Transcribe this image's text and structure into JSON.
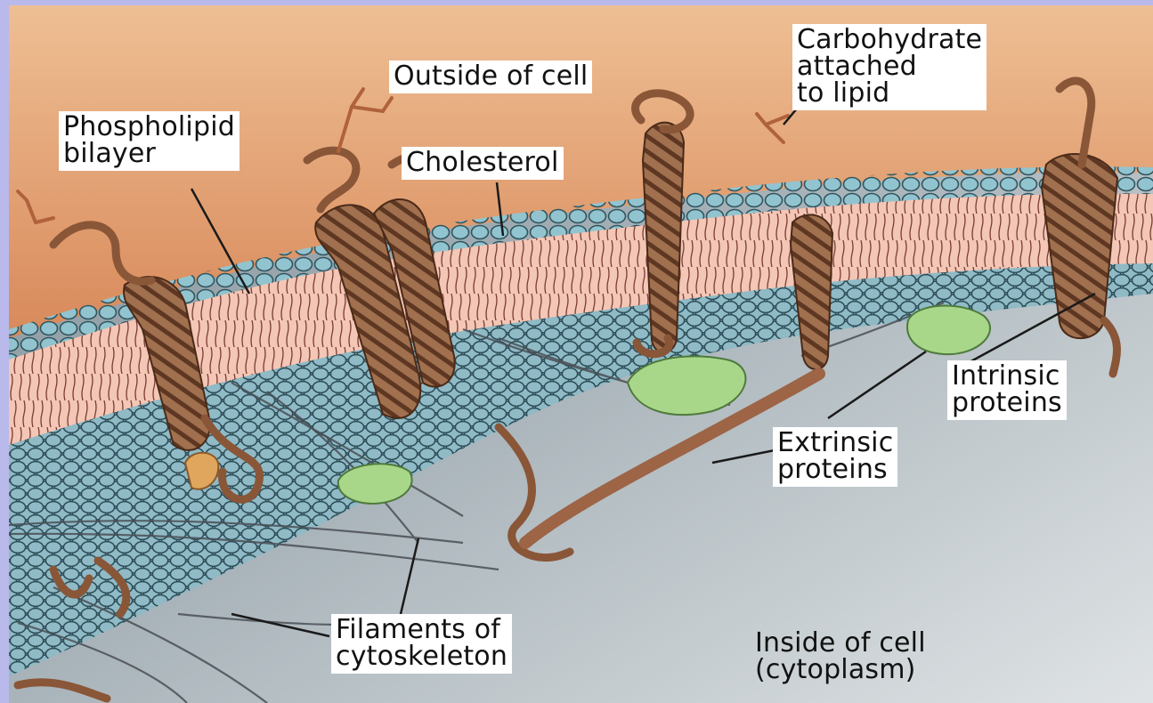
{
  "labels": {
    "outside": "Outside of cell",
    "carbohydrate": "Carbohydrate\nattached\nto lipid",
    "phospholipid": "Phospholipid\nbilayer",
    "cholesterol": "Cholesterol",
    "intrinsic": "Intrinsic\nproteins",
    "extrinsic": "Extrinsic\nproteins",
    "filaments": "Filaments of\ncytoskeleton",
    "inside": "Inside of cell\n(cytoplasm)"
  },
  "colors": {
    "frame": "#b9b9ec",
    "outside_top": "#e9ab78",
    "outside_bottom": "#d88d5c",
    "inside": "#9aa7ae",
    "tail_band": "#f2c7b6",
    "head": "#8fc0cc",
    "head_outline": "#2f5660",
    "protein": "#9a6a4c",
    "protein_dark": "#5a3522",
    "extrinsic_green": "#a9d78a",
    "label_bg": "#ffffff"
  }
}
